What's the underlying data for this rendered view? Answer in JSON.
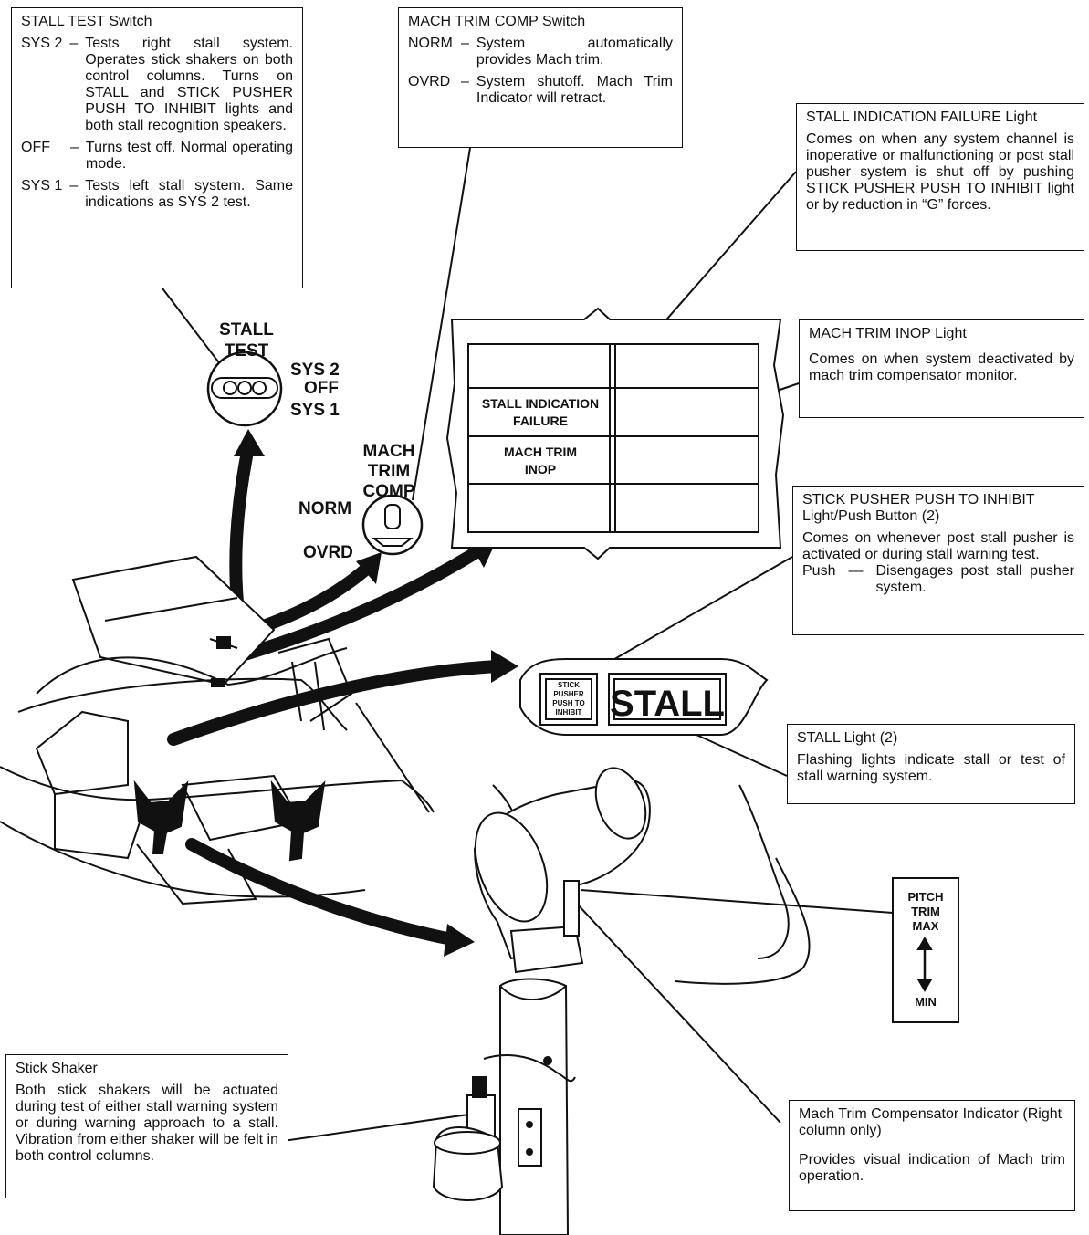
{
  "stall_test_box": {
    "title": "STALL TEST Switch",
    "items": [
      {
        "key": "SYS 2",
        "text": "Tests right stall system. Operates stick shakers on both control columns. Turns on STALL and STICK PUSHER PUSH TO INHIBIT lights and both stall recognition speakers."
      },
      {
        "key": "OFF",
        "text": "Turns test off. Normal operating mode."
      },
      {
        "key": "SYS 1",
        "text": "Tests left stall system. Same indications as SYS 2 test."
      }
    ]
  },
  "mach_trim_comp_box": {
    "title": "MACH TRIM COMP Switch",
    "items": [
      {
        "key": "NORM",
        "text": "System automatically provides Mach trim."
      },
      {
        "key": "OVRD",
        "text": "System shutoff. Mach Trim Indicator will retract."
      }
    ]
  },
  "stall_indication_failure_box": {
    "title": "STALL INDICATION FAILURE Light",
    "text": "Comes on when any system channel is inoperative or malfunctioning or post stall pusher system is shut off by pushing STICK PUSHER PUSH TO INHIBIT light or by reduction in “G” forces."
  },
  "mach_trim_inop_box": {
    "title": "MACH TRIM INOP Light",
    "text": "Comes on when system deactivated by mach trim compensator monitor."
  },
  "stick_pusher_box": {
    "title": "STICK PUSHER PUSH TO INHIBIT Light/Push Button (2)",
    "text": "Comes on whenever post stall pusher is activated or during stall warning test.",
    "push_key": "Push",
    "push_text": "Disengages post stall pusher system."
  },
  "stall_light_box": {
    "title": "STALL Light (2)",
    "text": "Flashing lights indicate stall or test of stall warning system."
  },
  "stick_shaker_box": {
    "title": "Stick Shaker",
    "text": "Both stick shakers will be actuated during test of either stall warning system or during warning approach to a stall. Vibration from either shaker will be felt in both control columns."
  },
  "mach_trim_indicator_box": {
    "title": "Mach Trim Compensator Indicator (Right column only)",
    "text": "Provides visual indication of Mach trim operation."
  },
  "stall_test_switch": {
    "label_line1": "STALL",
    "label_line2": "TEST",
    "pos_sys2": "SYS 2",
    "pos_off": "OFF",
    "pos_sys1": "SYS 1"
  },
  "mach_trim_switch": {
    "label_line1": "MACH",
    "label_line2": "TRIM",
    "label_line3": "COMP",
    "pos_norm": "NORM",
    "pos_ovrd": "OVRD"
  },
  "annunciator_panel": {
    "cell_stall_ind_line1": "STALL INDICATION",
    "cell_stall_ind_line2": "FAILURE",
    "cell_mach_trim_line1": "MACH TRIM",
    "cell_mach_trim_line2": "INOP"
  },
  "glareshield_lights": {
    "pusher_line1": "STICK",
    "pusher_line2": "PUSHER",
    "pusher_line3": "PUSH TO",
    "pusher_line4": "INHIBIT",
    "stall": "STALL"
  },
  "pitch_trim_gauge": {
    "line1": "PITCH",
    "line2": "TRIM",
    "line3": "MAX",
    "line4": "MIN"
  }
}
